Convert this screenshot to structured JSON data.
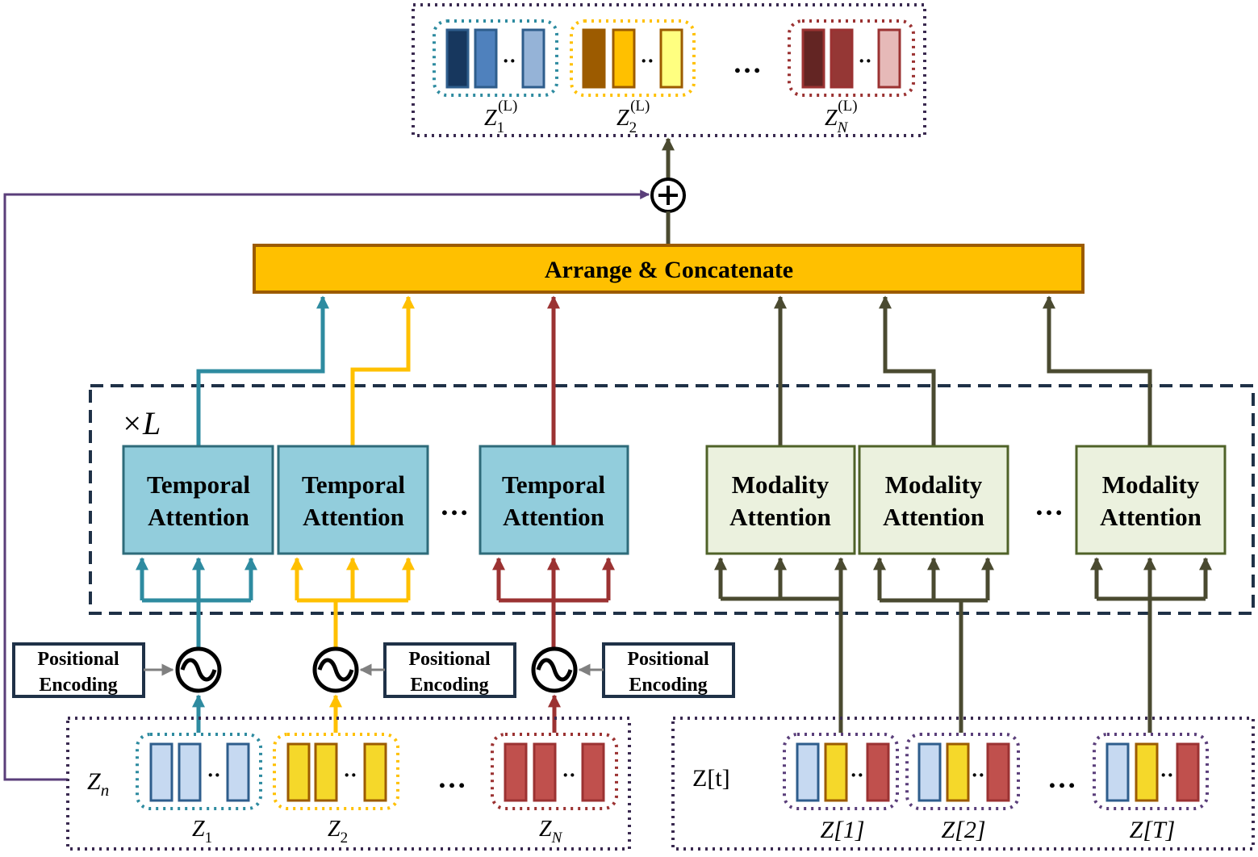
{
  "colors": {
    "teal": "#2e8ba0",
    "gold": "#ffc000",
    "red": "#9b3232",
    "olive": "#4a4a30",
    "purple": "#5a3e7a",
    "navy": "#1f3147",
    "temporal_fill": "#92cddc",
    "modality_fill": "#ebf1de",
    "modality_border": "#4f6228",
    "concat_fill": "#ffc000",
    "concat_border": "#9c5b00"
  },
  "concat": {
    "label": "Arrange & Concatenate"
  },
  "repeat_label": "×L",
  "temporal_blocks": [
    {
      "line1": "Temporal",
      "line2": "Attention"
    },
    {
      "line1": "Temporal",
      "line2": "Attention"
    },
    {
      "line1": "Temporal",
      "line2": "Attention"
    }
  ],
  "modality_blocks": [
    {
      "line1": "Modality",
      "line2": "Attention"
    },
    {
      "line1": "Modality",
      "line2": "Attention"
    },
    {
      "line1": "Modality",
      "line2": "Attention"
    }
  ],
  "positional_encoding": [
    {
      "line1": "Positional",
      "line2": "Encoding"
    },
    {
      "line1": "Positional",
      "line2": "Encoding"
    },
    {
      "line1": "Positional",
      "line2": "Encoding"
    }
  ],
  "ellipsis": "…",
  "small_dots": "··",
  "output": {
    "labels": [
      {
        "base": "Z",
        "sub": "1",
        "sup": "(L)"
      },
      {
        "base": "Z",
        "sub": "2",
        "sup": "(L)"
      },
      {
        "base": "Z",
        "sub": "N",
        "sup": "(L)"
      }
    ]
  },
  "input_left": {
    "row_label": {
      "base": "Z",
      "sub": "n"
    },
    "labels": [
      {
        "base": "Z",
        "sub": "1"
      },
      {
        "base": "Z",
        "sub": "2"
      },
      {
        "base": "Z",
        "sub": "N"
      }
    ]
  },
  "input_right": {
    "row_label": "Z[t]",
    "labels": [
      "Z[1]",
      "Z[2]",
      "Z[T]"
    ]
  }
}
